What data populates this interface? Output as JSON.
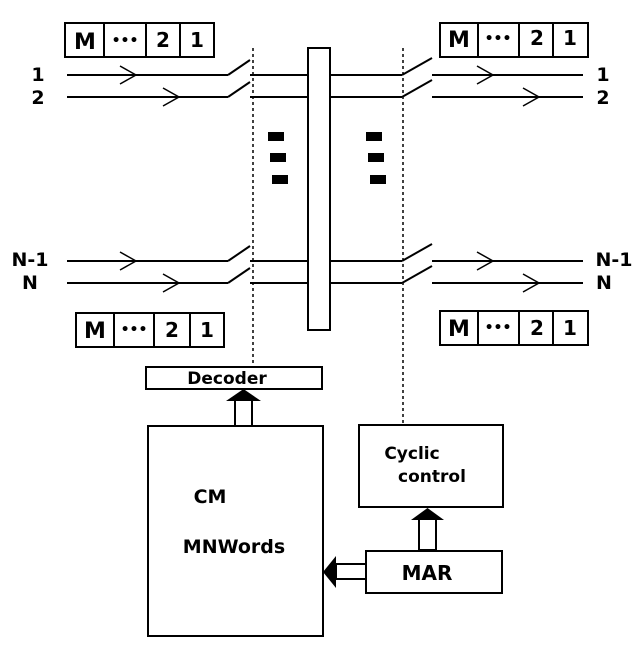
{
  "frame_left_top": {
    "cells": [
      "M",
      "•••",
      "2",
      "1"
    ]
  },
  "frame_right_top": {
    "cells": [
      "M",
      "•••",
      "2",
      "1"
    ]
  },
  "frame_left_bottom": {
    "cells": [
      "M",
      "•••",
      "2",
      "1"
    ]
  },
  "frame_right_bottom": {
    "cells": [
      "M",
      "•••",
      "2",
      "1"
    ]
  },
  "inputs": {
    "line1": "1",
    "line2": "2",
    "lineN1": "N-1",
    "lineN": "N"
  },
  "outputs": {
    "line1": "1",
    "line2": "2",
    "lineN1": "N-1",
    "lineN": "N"
  },
  "decoder": {
    "label": "Decoder"
  },
  "cm": {
    "line1": "CM",
    "line2": "MNWords"
  },
  "cyclic": {
    "line1": "Cyclic",
    "line2": "control"
  },
  "mar": {
    "label": "MAR"
  }
}
